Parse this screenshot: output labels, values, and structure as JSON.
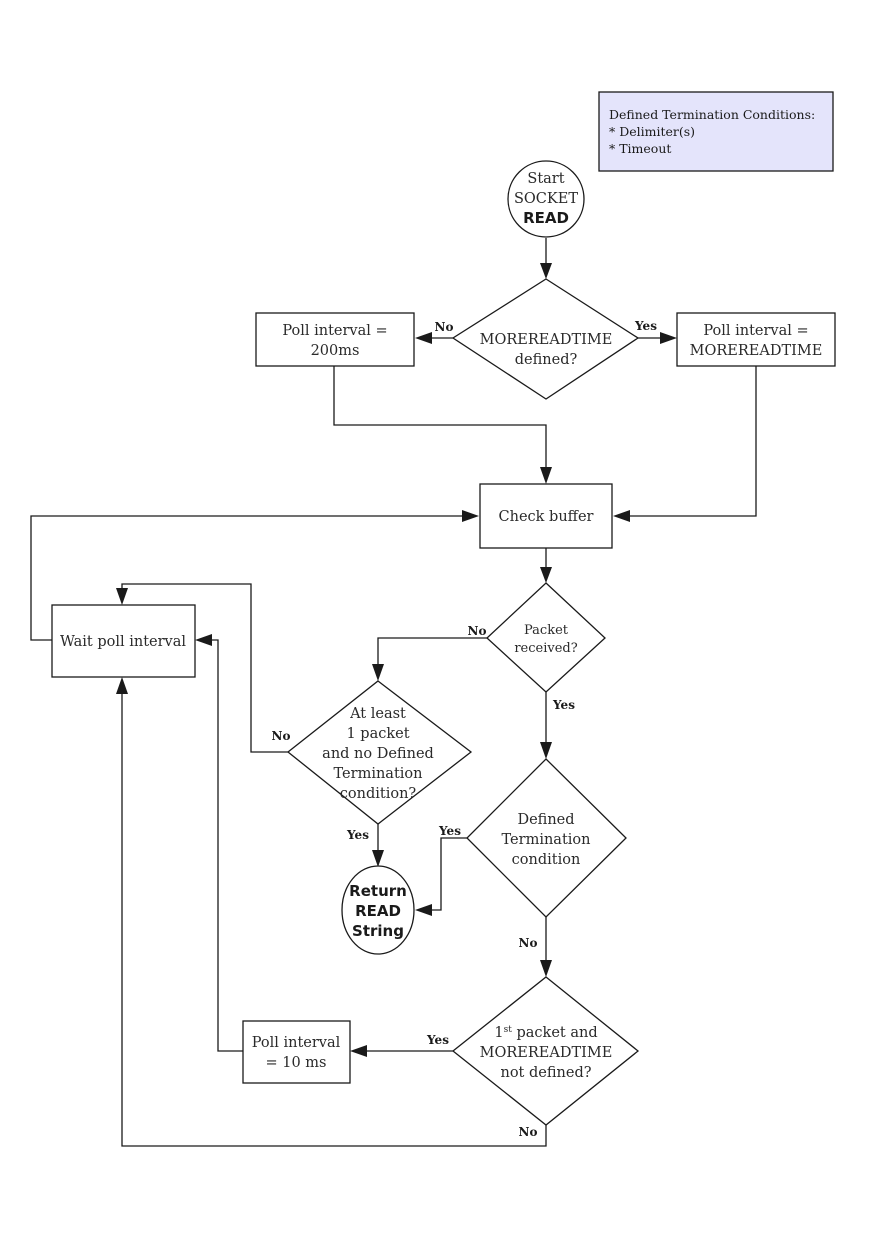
{
  "legend": {
    "title": "Defined Termination Conditions:",
    "items": [
      "* Delimiter(s)",
      "* Timeout"
    ]
  },
  "nodes": {
    "start": {
      "line1": "Start",
      "line2": "SOCKET",
      "line3": "READ"
    },
    "moreread": {
      "line1": "MOREREADTIME",
      "line2": "defined?"
    },
    "poll200": {
      "line1": "Poll interval =",
      "line2": "200ms"
    },
    "pollmore": {
      "line1": "Poll interval =",
      "line2": "MOREREADTIME"
    },
    "check": {
      "line1": "Check buffer"
    },
    "wait": {
      "line1": "Wait poll interval"
    },
    "packet": {
      "line1": "Packet",
      "line2": "received?"
    },
    "atleast": {
      "line1": "At least",
      "line2": "1 packet",
      "line3": "and no Defined",
      "line4": "Termination",
      "line5": "condition?"
    },
    "defterm": {
      "line1": "Defined",
      "line2": "Termination",
      "line3": "condition"
    },
    "ret": {
      "line1": "Return",
      "line2": "READ",
      "line3": "String"
    },
    "first": {
      "line1_num": "1",
      "line1_sup": "st",
      "line1_rest": " packet and",
      "line2": "MOREREADTIME",
      "line3": "not defined?"
    },
    "poll10": {
      "line1": "Poll interval",
      "line2": "= 10 ms"
    }
  },
  "edge_labels": {
    "moreread_no": "No",
    "moreread_yes": "Yes",
    "packet_no": "No",
    "packet_yes": "Yes",
    "atleast_no": "No",
    "atleast_yes": "Yes",
    "defterm_yes": "Yes",
    "defterm_no": "No",
    "first_yes": "Yes",
    "first_no": "No"
  }
}
